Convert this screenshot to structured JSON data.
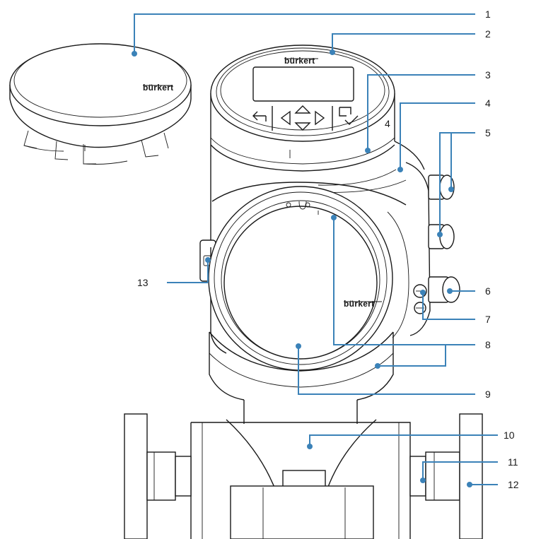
{
  "brand_label": "bürkert",
  "marker_digit": "4",
  "callouts": [
    {
      "id": "1"
    },
    {
      "id": "2"
    },
    {
      "id": "3"
    },
    {
      "id": "4"
    },
    {
      "id": "5"
    },
    {
      "id": "6"
    },
    {
      "id": "7"
    },
    {
      "id": "8"
    },
    {
      "id": "9"
    },
    {
      "id": "10"
    },
    {
      "id": "11"
    },
    {
      "id": "12"
    },
    {
      "id": "13"
    }
  ],
  "colors": {
    "callout_line": "#3b82b8",
    "drawing_line": "#1a1a1a"
  }
}
